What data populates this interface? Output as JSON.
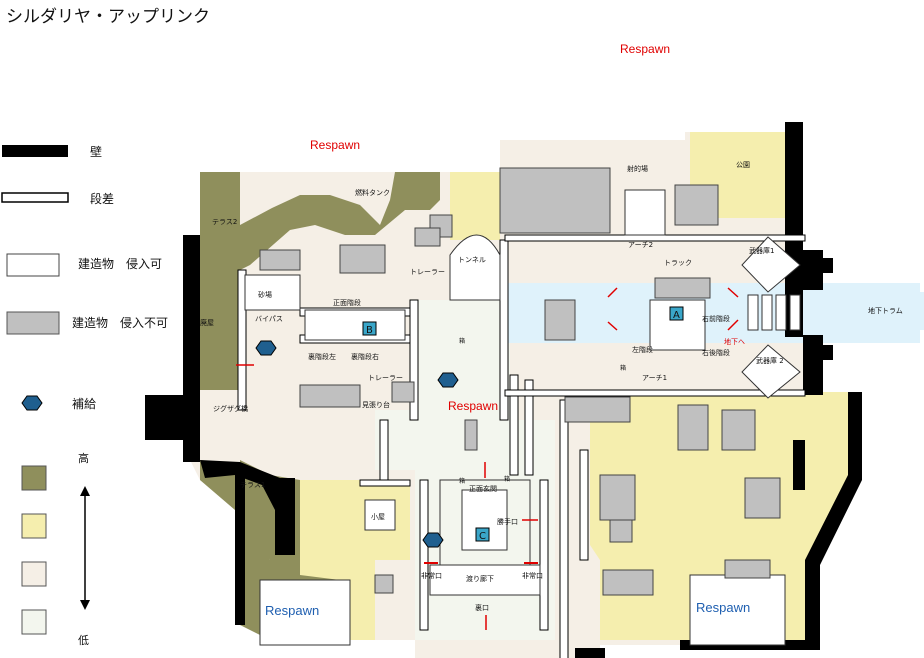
{
  "title": "シルダリヤ・アップリンク",
  "colors": {
    "wall": "#000000",
    "high": "#8f8f5c",
    "mid_high": "#f5eeae",
    "mid_low": "#f5efe6",
    "low": "#f3f6ee",
    "building_blocked": "#c0c0c0",
    "building_enter": "#ffffff",
    "supply": "#1f5f8f",
    "water": "#dff2fb",
    "respawn_red": "#e00000",
    "respawn_blue": "#1f5fb0",
    "arrow": "#e00000"
  },
  "legend": {
    "wall": "壁",
    "step": "段差",
    "enterable": "建造物　侵入可",
    "blocked": "建造物　侵入不可",
    "supply": "補給",
    "high": "高",
    "low": "低"
  },
  "respawn": {
    "top_center": "Respawn",
    "top_left": "Respawn",
    "center": "Respawn",
    "bottom_left": "Respawn",
    "bottom_right": "Respawn"
  },
  "labels": {
    "fuel_tank": "燃料タンク",
    "terrace2": "テラス2",
    "terrace1": "テラス1",
    "sand": "砂場",
    "bypass": "バイパス",
    "front_stairs": "正面階段",
    "back_stairs_left": "裏階段左",
    "back_stairs_right": "裏階段右",
    "trailer1": "トレーラー",
    "trailer2": "トレーラー",
    "lookout": "見張り台",
    "zigzag": "ジグザグ橋",
    "hut": "廃屋",
    "tunnel": "トンネル",
    "firing_range": "射的場",
    "park": "公園",
    "arch2": "アーチ2",
    "truck": "トラック",
    "armory1": "武器庫1",
    "armory2": "武器庫 2",
    "underground_tram": "地下トラム",
    "front_steps": "右前階段",
    "back_steps": "右後階段",
    "to_underground": "地下へ",
    "left_steps": "左階段",
    "arch1": "アーチ1",
    "main_entrance": "正面玄関",
    "kitchen_door": "勝手口",
    "corridor": "渡り廊下",
    "emergency_left": "非常口",
    "emergency_right": "非常口",
    "back_door": "裏口",
    "cabin": "小屋",
    "box": "箱",
    "point_a": "A",
    "point_b": "B",
    "point_c": "C"
  }
}
